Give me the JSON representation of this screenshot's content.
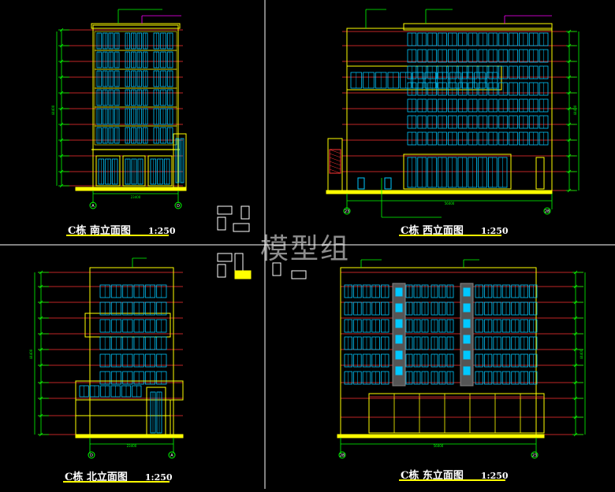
{
  "watermark": "模型组",
  "drawings": [
    {
      "key": "south",
      "title": "C栋 南立面图",
      "scale": "1:250",
      "axis_left": "A",
      "axis_right": "D",
      "total_dim": "23400",
      "height_dim": "44400"
    },
    {
      "key": "west",
      "title": "C栋 西立面图",
      "scale": "1:250",
      "axis_left": "23",
      "axis_right": "28",
      "total_dim": "56000",
      "height_dim": "44400"
    },
    {
      "key": "north",
      "title": "C栋 北立面图",
      "scale": "1:250",
      "axis_left": "D",
      "axis_right": "A",
      "total_dim": "23400",
      "height_dim": "44400"
    },
    {
      "key": "east",
      "title": "C栋 东立面图",
      "scale": "1:250",
      "axis_left": "28",
      "axis_right": "23",
      "total_dim": "56000",
      "height_dim": "44400"
    }
  ],
  "colors": {
    "bg": "#000000",
    "frame": "#ffffff",
    "facade": "#ffff00",
    "glass": "#00c8ff",
    "level": "#ff3333",
    "dim": "#00ff00",
    "magenta": "#ff00ff"
  }
}
